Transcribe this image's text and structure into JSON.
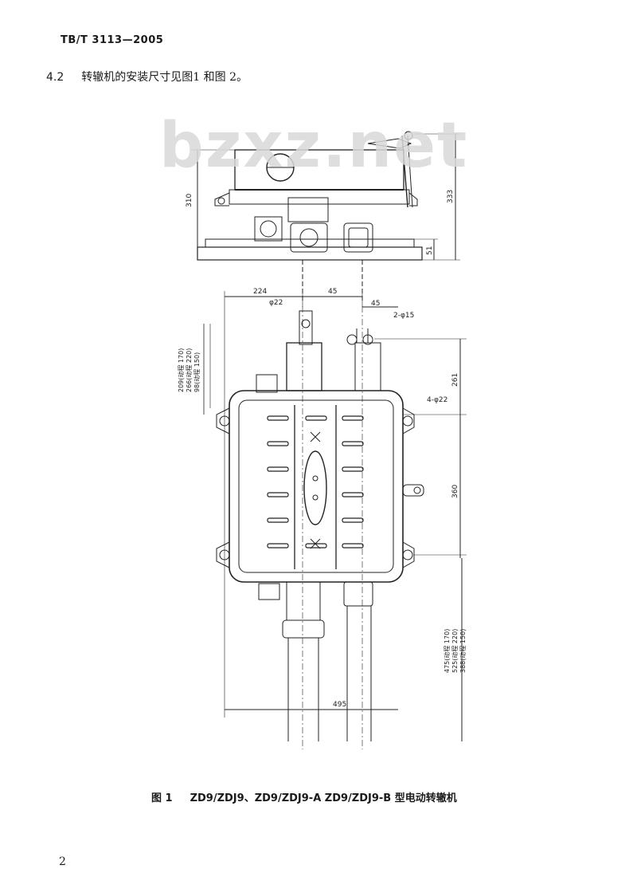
{
  "header": {
    "standard_number": "TB/T 3113—2005"
  },
  "clause": {
    "number": "4.2",
    "text": "转辙机的安装尺寸见图1 和图 2。"
  },
  "watermark": {
    "text": "bzxz.net"
  },
  "drawing": {
    "dimensions": {
      "d310": "310",
      "d333": "333",
      "d51": "51",
      "d224": "224",
      "d45_top": "45",
      "d45_side": "45",
      "d22": "φ22",
      "d2phi15": "2-φ15",
      "d261": "261",
      "d4phi22": "4-φ22",
      "d360": "360",
      "d495": "495",
      "upper_stroke_1": "209(动程 170)",
      "upper_stroke_2": "266(动程 220)",
      "upper_stroke_3": "98(动程 150)",
      "lower_stroke_1": "475(动程 170)",
      "lower_stroke_2": "525(动程 220)",
      "lower_stroke_3": "388(动程 150)"
    }
  },
  "figure": {
    "label": "图 1",
    "caption": "ZD9/ZDJ9、ZD9/ZDJ9-A  ZD9/ZDJ9-B 型电动转辙机"
  },
  "page": {
    "number": "2"
  }
}
